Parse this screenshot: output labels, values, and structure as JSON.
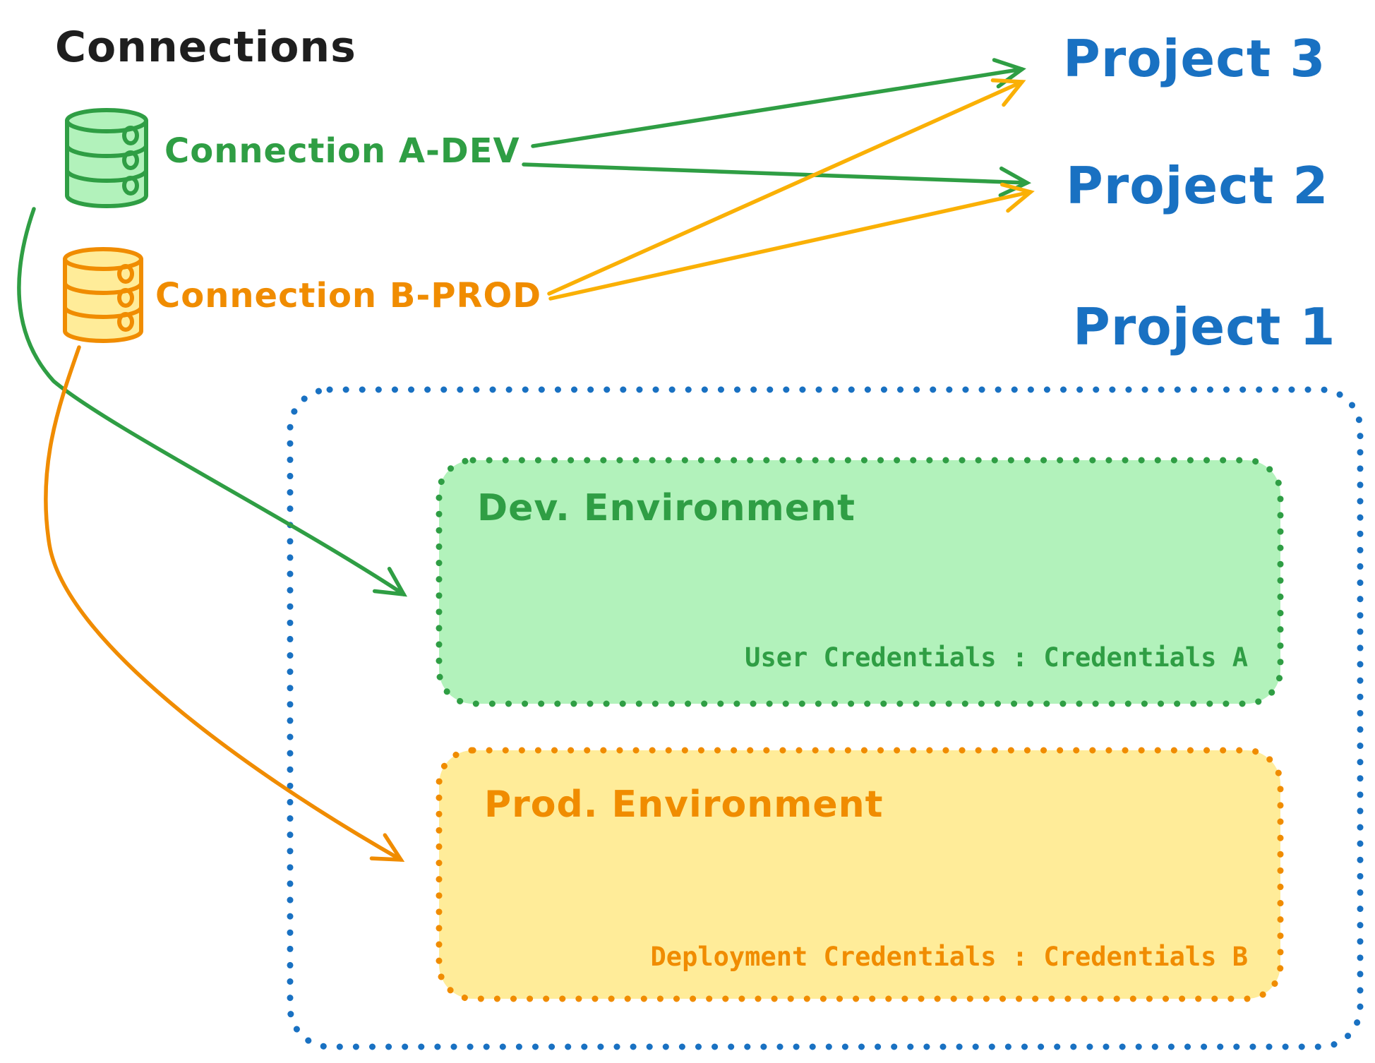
{
  "diagram": {
    "title": "Connections",
    "connections": [
      {
        "id": "a-dev",
        "label": "Connection A-DEV",
        "icon": "database-icon",
        "color": "#2f9e44",
        "fill": "#b2f2bb"
      },
      {
        "id": "b-prod",
        "label": "Connection B-PROD",
        "icon": "database-icon",
        "color": "#f08c00",
        "fill": "#ffec99"
      }
    ],
    "projects": [
      {
        "id": "project-3",
        "label": "Project 3"
      },
      {
        "id": "project-2",
        "label": "Project 2"
      },
      {
        "id": "project-1",
        "label": "Project 1"
      }
    ],
    "project1_detail": {
      "dev_environment": {
        "title": "Dev. Environment",
        "credentials": "User Credentials : Credentials A"
      },
      "prod_environment": {
        "title": "Prod. Environment",
        "credentials": "Deployment Credentials : Credentials B"
      }
    },
    "edges": [
      {
        "from": "Connection A-DEV",
        "to": "Project 3",
        "color": "#2f9e44"
      },
      {
        "from": "Connection A-DEV",
        "to": "Project 2",
        "color": "#2f9e44"
      },
      {
        "from": "Connection B-PROD",
        "to": "Project 3",
        "color": "#fab005"
      },
      {
        "from": "Connection B-PROD",
        "to": "Project 2",
        "color": "#fab005"
      },
      {
        "from": "Connection A-DEV",
        "to": "Dev. Environment",
        "color": "#2f9e44"
      },
      {
        "from": "Connection B-PROD",
        "to": "Prod. Environment",
        "color": "#f08c00"
      }
    ],
    "colors": {
      "black": "#1e1e1e",
      "green": "#2f9e44",
      "green_fill": "#b2f2bb",
      "orange": "#f08c00",
      "orange_fill": "#ffec99",
      "yellow": "#fab005",
      "blue": "#1971c2"
    }
  }
}
